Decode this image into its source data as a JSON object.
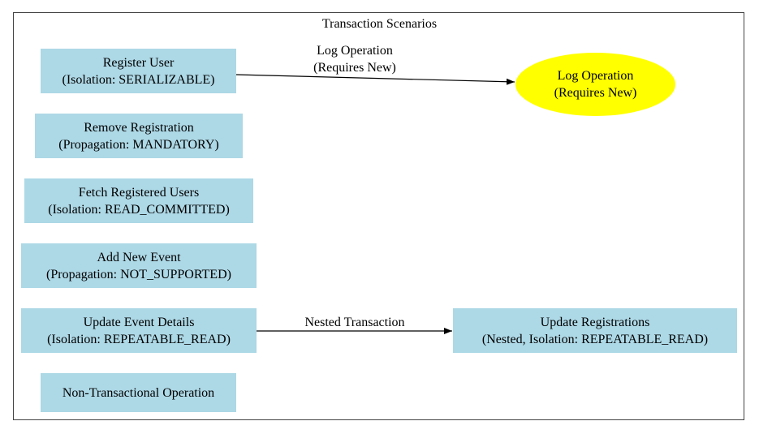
{
  "title": "Transaction Scenarios",
  "colors": {
    "box_fill": "#add8e6",
    "ellipse_fill": "#ffff00",
    "border": "#444444",
    "edge": "#000000"
  },
  "nodes": [
    {
      "id": "register_user",
      "line1": "Register User",
      "line2": "(Isolation: SERIALIZABLE)"
    },
    {
      "id": "remove_registration",
      "line1": "Remove Registration",
      "line2": "(Propagation: MANDATORY)"
    },
    {
      "id": "fetch_registered_users",
      "line1": "Fetch Registered Users",
      "line2": "(Isolation: READ_COMMITTED)"
    },
    {
      "id": "add_new_event",
      "line1": "Add New Event",
      "line2": "(Propagation: NOT_SUPPORTED)"
    },
    {
      "id": "update_event_details",
      "line1": "Update Event Details",
      "line2": "(Isolation: REPEATABLE_READ)"
    },
    {
      "id": "non_transactional",
      "line1": "Non-Transactional Operation"
    },
    {
      "id": "log_operation",
      "line1": "Log Operation",
      "line2": "(Requires New)"
    },
    {
      "id": "update_registrations",
      "line1": "Update Registrations",
      "line2": "(Nested, Isolation: REPEATABLE_READ)"
    }
  ],
  "edges": [
    {
      "from": "register_user",
      "to": "log_operation",
      "label_line1": "Log Operation",
      "label_line2": "(Requires New)"
    },
    {
      "from": "update_event_details",
      "to": "update_registrations",
      "label_line1": "Nested Transaction"
    }
  ]
}
